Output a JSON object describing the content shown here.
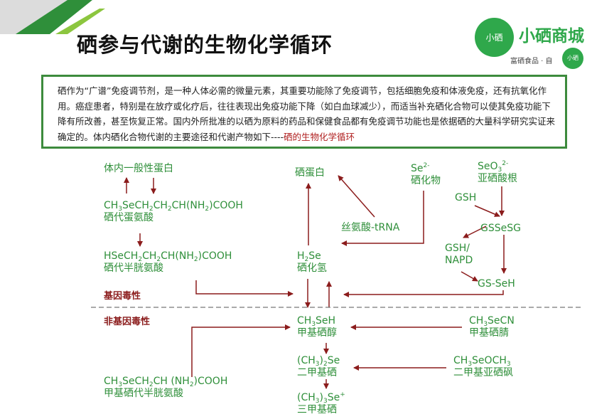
{
  "title": "硒参与代谢的生物化学循环",
  "logo": {
    "circle_text": "小硒",
    "name": "小硒商城",
    "sub": "富硒食品 · 自",
    "small_circle_text": "小硒",
    "color": "#2fa84b"
  },
  "intro": {
    "text": "硒作为“广谱”免疫调节剂，是一种人体必需的微量元素，其重要功能除了免疫调节，包括细胞免疫和体液免疫，还有抗氧化作用。癌症患者，特别是在放疗或化疗后，往往表现出免疫功能下降（如白血球减少），而适当补充硒化合物可以使其免疫功能下降有所改善，甚至恢复正常。国内外所批准的以硒为原料的药品和保健食品都有免疫调节功能也是依据硒的大量科学研究实证来确定的。体内硒化合物代谢的主要途径和代谢产物如下----",
    "highlight": "硒的生物化学循环",
    "border_color": "#3d8b3d"
  },
  "colors": {
    "label": "#2f8f3a",
    "arrow": "#8b1c1c"
  },
  "zones": {
    "genotoxic": "基因毒性",
    "non_genotoxic": "非基因毒性"
  },
  "nodes": {
    "protein": "体内一般性蛋白",
    "semet_name": "硒代蛋氨酸",
    "secys_name": "硒代半胱氨酸",
    "semecys_name": "甲基硒代半胱氨酸",
    "selenoprotein": "硒蛋白",
    "trna": "丝氨酸-tRNA",
    "selenide_name": "硒化物",
    "selenite_name": "亚硒酸根",
    "gsh": "GSH",
    "gssesg": "GSSeSG",
    "gsh_napd_1": "GSH/",
    "gsh_napd_2": "NAPD",
    "gsseh": "GS-SeH",
    "h2se_name": "硒化氢",
    "methylselenol_name": "甲基硒醇",
    "methylselenocyanate_name": "甲基硒腈",
    "dimethylselenide_name": "二甲基硒",
    "dimethylselenoxide_name": "二甲基亚硒砜",
    "trimethylselenonium_name": "三甲基硒"
  }
}
